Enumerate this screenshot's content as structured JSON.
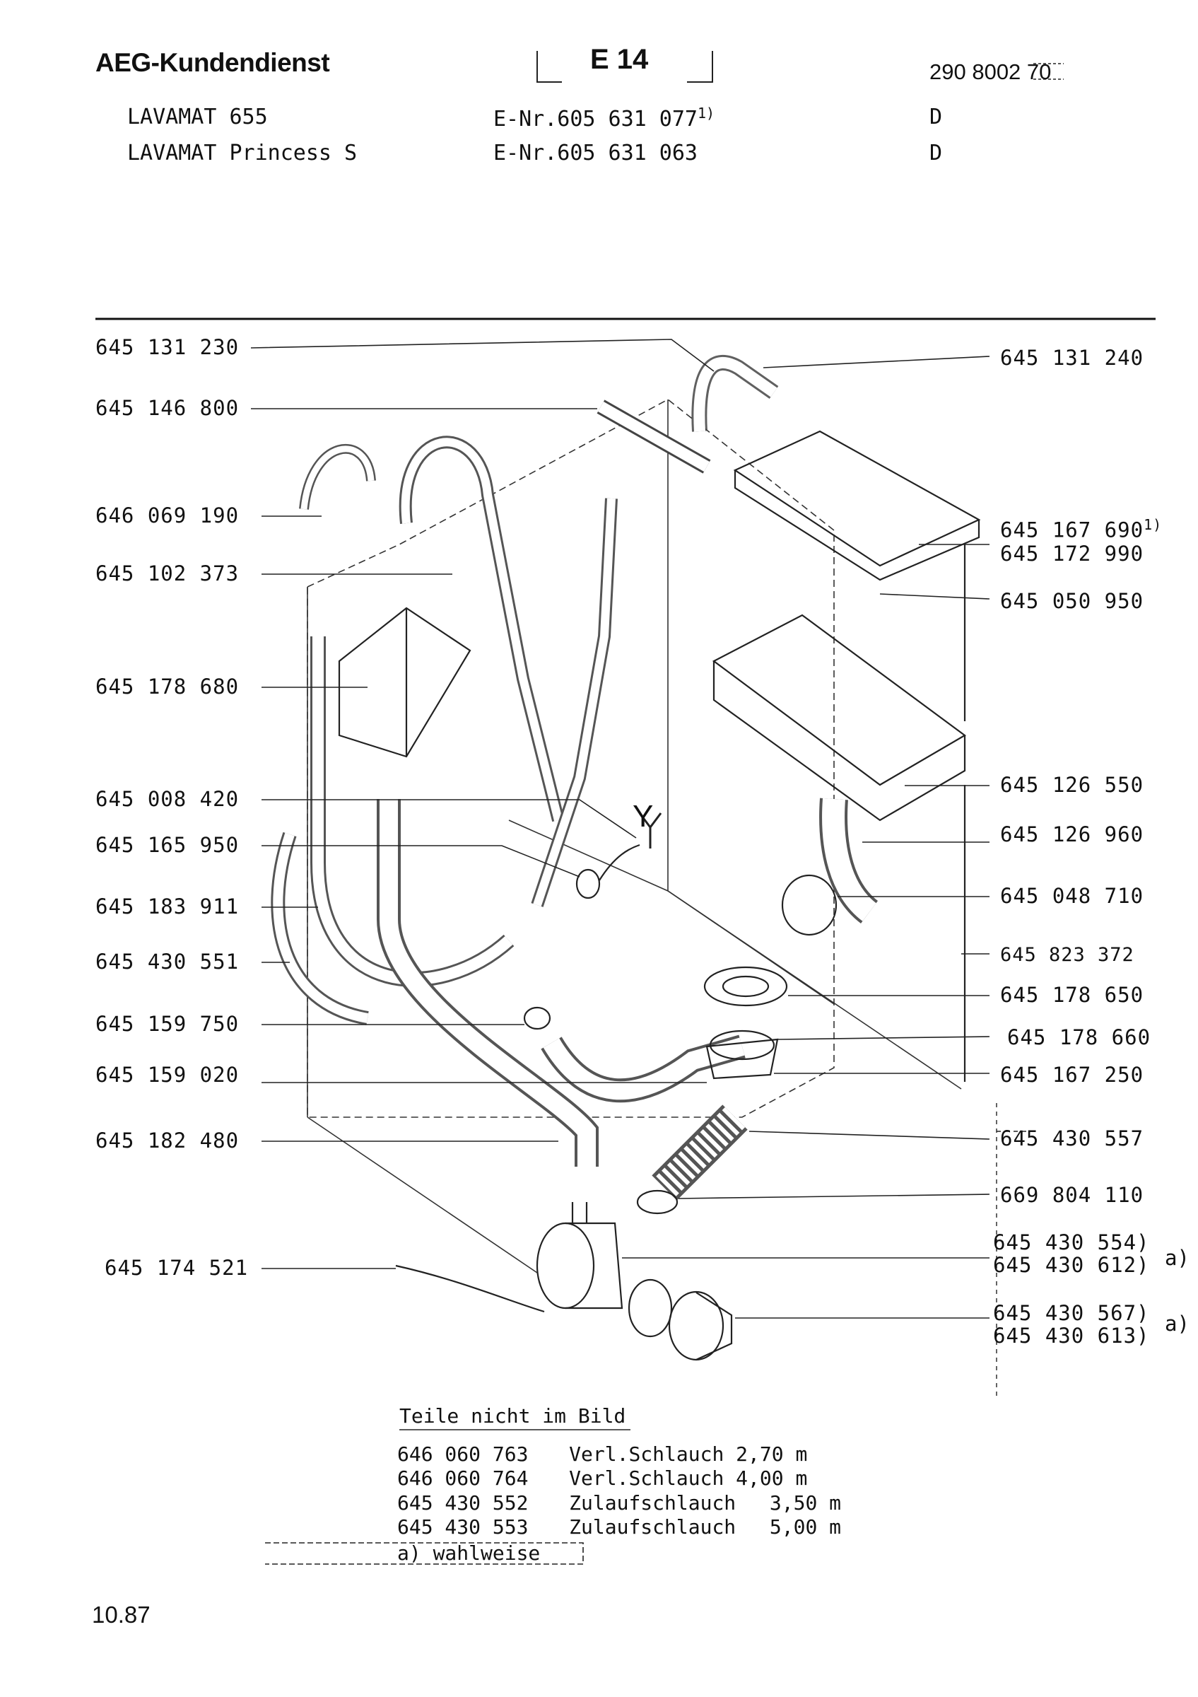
{
  "header": {
    "brand": "AEG-Kundendienst",
    "section_code": "E 14",
    "document_number": "290 8002 70",
    "models": [
      {
        "name": "LAVAMAT 655",
        "enr": "E-Nr.605 631 077",
        "note": "1)",
        "lang": "D"
      },
      {
        "name": "LAVAMAT Princess S",
        "enr": "E-Nr.605 631 063",
        "note": "",
        "lang": "D"
      }
    ]
  },
  "diagram": {
    "left_labels": [
      "645 131 230",
      "645 146 800",
      "646 069 190",
      "645 102 373",
      "645 178 680",
      "645 008 420",
      "645 165 950",
      "645 183 911",
      "645 430 551",
      "645 159 750",
      "645 159 020",
      "645 182 480",
      "645 174 521"
    ],
    "right_labels": [
      "645 131 240",
      "645 167 690",
      "645 172 990",
      "645 050 950",
      "645 126 550",
      "645 126 960",
      "645 048 710",
      "645 823 372",
      "645 178 650",
      "645 178 660",
      "645 167 250",
      "645 430 557",
      "669 804 110"
    ],
    "right_label_note": "1)",
    "grouped_labels": [
      {
        "items": [
          "645 430 554)",
          "645 430 612)"
        ],
        "note": "a)"
      },
      {
        "items": [
          "645 430 567)",
          "645 430 613)"
        ],
        "note": "a)"
      }
    ],
    "letter_y": "Y"
  },
  "parts_not_shown": {
    "title": "Teile nicht im Bild",
    "rows": [
      {
        "part": "646 060 763",
        "desc": "Verl.Schlauch",
        "value": "2,70 m"
      },
      {
        "part": "646 060 764",
        "desc": "Verl.Schlauch",
        "value": "4,00 m"
      },
      {
        "part": "645 430 552",
        "desc": "Zulaufschlauch",
        "value": "3,50 m"
      },
      {
        "part": "645 430 553",
        "desc": "Zulaufschlauch",
        "value": "5,00 m"
      }
    ],
    "footnote": "a) wahlweise"
  },
  "footer": {
    "date": "10.87"
  }
}
